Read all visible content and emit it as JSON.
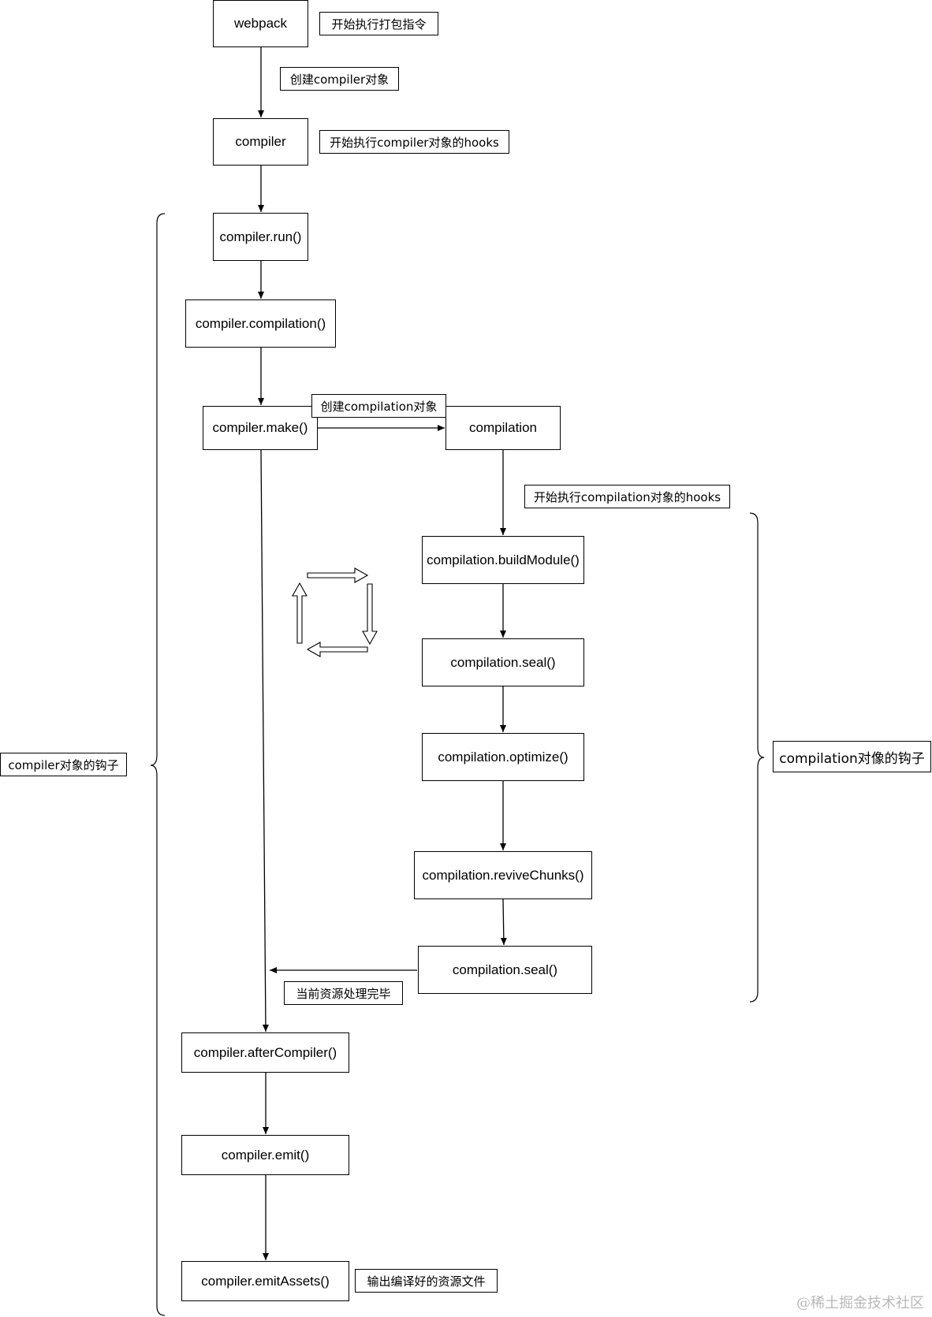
{
  "nodes": {
    "webpack": "webpack",
    "compiler": "compiler",
    "compiler_run": "compiler.run()",
    "compiler_compilation": "compiler.compilation()",
    "compiler_make": "compiler.make()",
    "compilation": "compilation",
    "compilation_buildModule": "compilation.buildModule()",
    "compilation_seal_1": "compilation.seal()",
    "compilation_optimize": "compilation.optimize()",
    "compilation_reviveChunks": "compilation.reviveChunks()",
    "compilation_seal_2": "compilation.seal()",
    "compiler_afterCompiler": "compiler.afterCompiler()",
    "compiler_emit": "compiler.emit()",
    "compiler_emitAssets": "compiler.emitAssets()"
  },
  "notes": {
    "start_bundle": "开始执行打包指令",
    "create_compiler": "创建compiler对象",
    "start_compiler_hooks": "开始执行compiler对象的hooks",
    "create_compilation": "创建compilation对象",
    "start_compilation_hooks": "开始执行compilation对象的hooks",
    "resource_done": "当前资源处理完毕",
    "output_files": "输出编译好的资源文件",
    "compiler_hooks_label": "compiler对象的钩子",
    "compilation_hooks_label": "compilation对像的钩子"
  },
  "watermark": "@稀土掘金技术社区"
}
